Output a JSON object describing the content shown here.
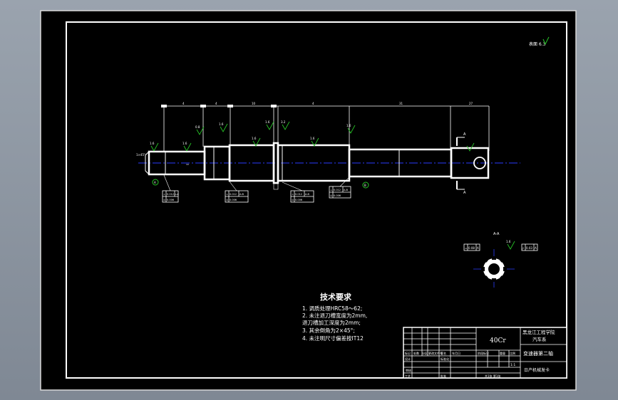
{
  "sheet": {
    "surface_label": "表面 6.3",
    "section_label": "A-A",
    "cut_marker": "A",
    "datum_a": "A",
    "datum_b": "B"
  },
  "dimensions": {
    "top": [
      "4",
      "4",
      "10",
      "4",
      "31",
      "27"
    ],
    "left_chamfer": "1×45°",
    "center_tag": "10"
  },
  "roughness": [
    "1.6",
    "1.6",
    "0.8",
    "1.6",
    "1.6",
    "1.6",
    "3.2",
    "1.6",
    "1.6"
  ],
  "tolerance_frames": [
    {
      "rows": [
        [
          "⊥",
          "0.012",
          "A-B"
        ],
        [
          "◎",
          "0.006",
          ""
        ]
      ]
    },
    {
      "rows": [
        [
          "⊥",
          "0.012",
          "A-B"
        ],
        [
          "◎",
          "0.006",
          ""
        ]
      ]
    },
    {
      "rows": [
        [
          "⊥",
          "0.012",
          "A-B"
        ],
        [
          "◎",
          "0.006",
          ""
        ]
      ]
    },
    {
      "rows": [
        [
          "⊥",
          "0.012",
          "A-B"
        ],
        [
          "◎",
          "0.006",
          ""
        ]
      ]
    }
  ],
  "section": {
    "frame_left": [
      "=",
      "0.08",
      "A"
    ],
    "frame_right": [
      "//",
      "0.03",
      "A"
    ],
    "roughness": "1.6"
  },
  "tech_requirements": {
    "title": "技术要求",
    "items": [
      "1. 调质处理HRC58～62;",
      "2. 未注退刀槽宽度为2mm,",
      "    退刀槽加工深度为2mm;",
      "3. 其余倒角为2×45°;",
      "4. 未注明尺寸偏差按IT12"
    ]
  },
  "title_block": {
    "material": "40Cr",
    "school": "黑龙江工程学院",
    "department": "汽车系",
    "drawing_title": "变速器第二轴",
    "mark_col": "标记",
    "qty_col": "处数",
    "zone_col": "分区",
    "change_col": "更改文件号",
    "sign_col": "签名",
    "date_col": "年月日",
    "design": "设计",
    "standardization": "标准化",
    "stage_mark": "阶段标记",
    "weight": "重量",
    "scale_label": "比例",
    "scale": "1:1",
    "review": "审核",
    "process": "工艺",
    "approve": "批准",
    "sheets": "共1张 第1张",
    "footer": "日产机械发卡"
  },
  "colors": {
    "paper": "#000000",
    "line": "#ffffff",
    "centerline": "#2a3cff",
    "annotation": "#27c227",
    "desktop": "#8e97a4"
  }
}
